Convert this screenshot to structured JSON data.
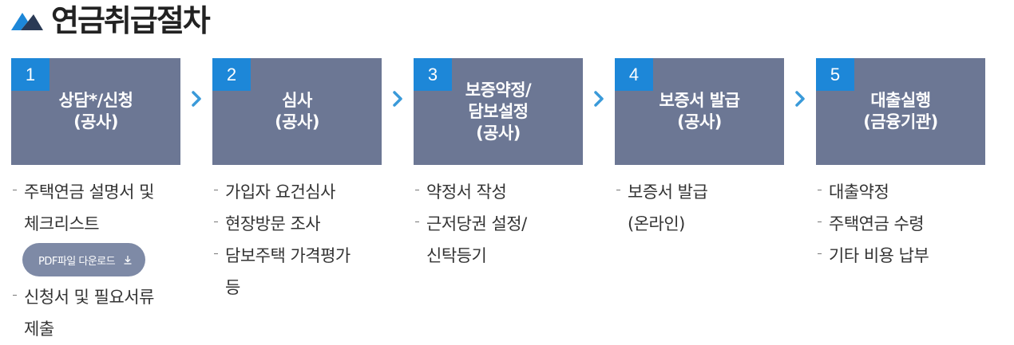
{
  "page": {
    "title": "연금취급절차"
  },
  "steps": [
    {
      "number": "1",
      "label": "상담*/신청\n(공사)",
      "items": [
        "주택연금 설명서 및\n체크리스트",
        "신청서 및 필요서류\n제출"
      ],
      "download_label": "PDF파일 다운로드"
    },
    {
      "number": "2",
      "label": "심사\n(공사)",
      "items": [
        "가입자 요건심사",
        "현장방문 조사",
        "담보주택 가격평가\n등"
      ]
    },
    {
      "number": "3",
      "label": "보증약정/\n담보설정\n(공사)",
      "items": [
        "약정서 작성",
        "근저당권 설정/\n신탁등기"
      ]
    },
    {
      "number": "4",
      "label": "보증서 발급\n(공사)",
      "items": [
        "보증서 발급",
        "(온라인)"
      ]
    },
    {
      "number": "5",
      "label": "대출실행\n(금융기관)",
      "items": [
        "대출약정",
        "주택연금 수령",
        "기타 비용 납부"
      ]
    }
  ],
  "colors": {
    "step_box": "#6c7794",
    "step_number": "#1d87d8",
    "arrow": "#3a9ad9",
    "button": "#7e8aa6"
  },
  "icons": {
    "title": "mountain-logo-icon",
    "arrow": "chevron-right-icon",
    "download": "download-icon"
  }
}
